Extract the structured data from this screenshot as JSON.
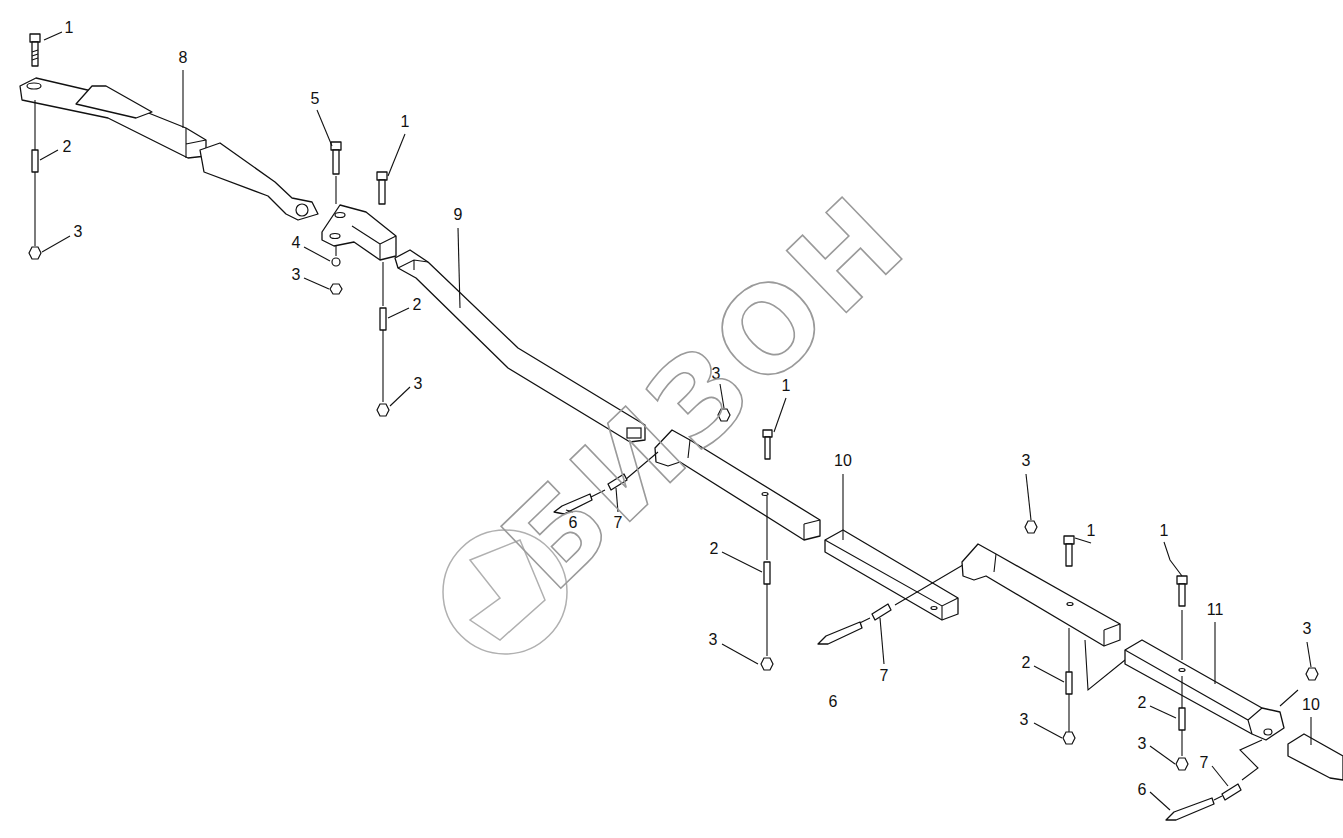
{
  "diagram": {
    "labels": [
      "1",
      "8",
      "5",
      "1",
      "2",
      "9",
      "4",
      "3",
      "3",
      "2",
      "3",
      "3",
      "1",
      "10",
      "3",
      "1",
      "1",
      "11",
      "3",
      "10",
      "2",
      "6",
      "7",
      "3",
      "6",
      "7",
      "2",
      "3",
      "2",
      "3",
      "7",
      "6",
      "БИЗОН"
    ]
  }
}
